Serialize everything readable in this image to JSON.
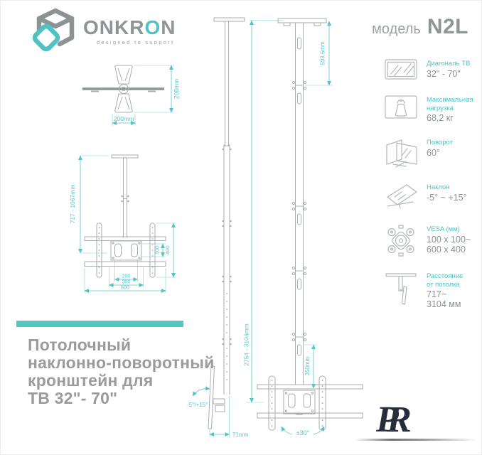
{
  "brand": {
    "name_pre": "ONKR",
    "name_accent": "O",
    "name_post": "N",
    "tagline": "designed to support"
  },
  "model": {
    "label": "модель",
    "value": "N2L"
  },
  "specs": [
    {
      "icon": "tv-diagonal-icon",
      "label": "Диагональ ТВ",
      "value": "32\" - 70\""
    },
    {
      "icon": "max-load-icon",
      "label": "Максимальная\nнагрузка",
      "value": "68,2 кг"
    },
    {
      "icon": "swivel-icon",
      "label": "Поворот",
      "value": "60°"
    },
    {
      "icon": "tilt-icon",
      "label": "Наклон",
      "value": "-5° ~ +15°"
    },
    {
      "icon": "vesa-icon",
      "label": "VESA (мм)",
      "value": "100 x 100~\n600 x 400"
    },
    {
      "icon": "ceiling-distance-icon",
      "label": "Расстояние\nот потолка",
      "value": "717~\n3104 мм"
    }
  ],
  "title": "Потолочный\nнаклонно-поворотный\nкронштейн для\nТВ 32\"- 70\"",
  "drawings": {
    "top_view": {
      "width": "200mm",
      "height": "208mm"
    },
    "front_view": {
      "drop_range": "717 - 1067mm",
      "vesa_height": "100",
      "bracket_height": "400",
      "w_inner": "200",
      "w_mid": "300",
      "w_outer": "600"
    },
    "side_view": {
      "tilt_range": "-5°/+15°",
      "depth": "71mm"
    },
    "full_view": {
      "top_segment": "593.5mm",
      "total_range": "2754 - 3104mm",
      "lower_segment": "350mm",
      "swivel_range": "±30°"
    }
  },
  "watermark": {
    "monogram": "PR"
  },
  "colors": {
    "accent": "#4fc3c3",
    "bar": "#54c6c0",
    "text_gray": "#9b9b9b",
    "line_gray": "#a9aeae",
    "dim_teal": "#56c4c7",
    "monogram_navy": "#272d3b"
  }
}
